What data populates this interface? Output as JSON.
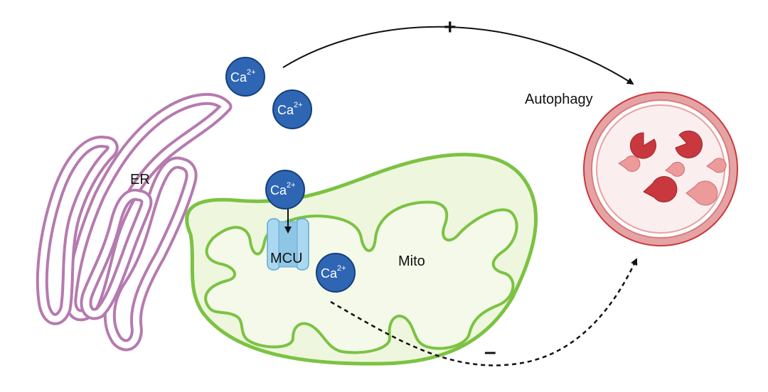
{
  "labels": {
    "er": "ER",
    "mito": "Mito",
    "mcu": "MCU",
    "autophagy": "Autophagy",
    "plus": "+",
    "minus": "–"
  },
  "ion": {
    "symbol": "Ca",
    "charge": "2+"
  },
  "colors": {
    "er_stroke": "#c58fc0",
    "mito_outer": "#7cc243",
    "mito_fill": "#eef7de",
    "ion_fill": "#2f66b3",
    "ion_stroke": "#163f7a",
    "mcu_fill": "#a9d8f0",
    "lysosome_outer": "#e6a3a3",
    "lysosome_inner": "#fbeeee",
    "cargo_dark": "#c8383e",
    "cargo_light": "#ec9a9a",
    "arrow": "#111111"
  },
  "icons": [
    "calcium-ion-icon",
    "mcu-channel-icon",
    "lysosome-icon",
    "pacman-cargo-icon"
  ]
}
